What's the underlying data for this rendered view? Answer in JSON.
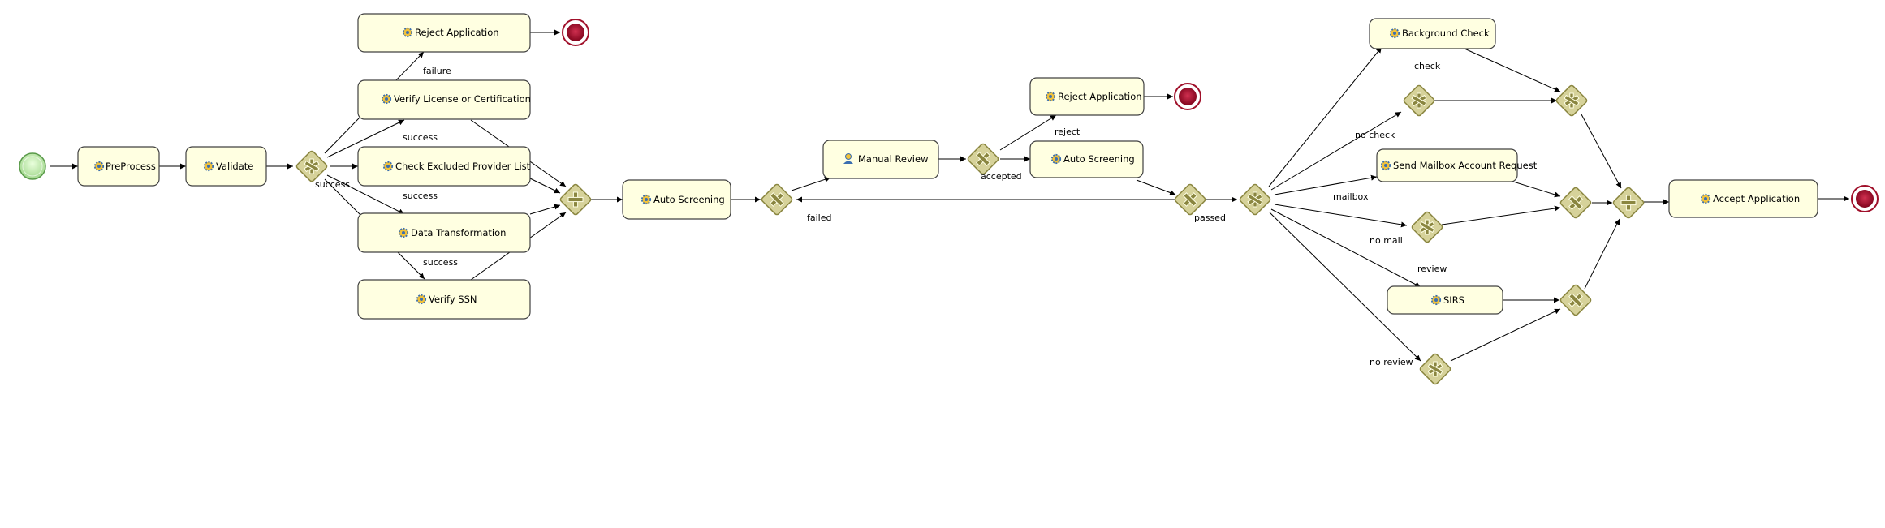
{
  "tasks": {
    "preprocess": "PreProcess",
    "validate": "Validate",
    "reject_application_1": "Reject Application",
    "verify_license": "Verify License or Certification",
    "check_excluded": "Check Excluded Provider List",
    "data_transformation": "Data Transformation",
    "verify_ssn": "Verify SSN",
    "auto_screening_1": "Auto Screening",
    "manual_review": "Manual Review",
    "reject_application_2": "Reject Application",
    "auto_screening_2": "Auto Screening",
    "background_check": "Background Check",
    "send_mailbox": "Send Mailbox Account Request",
    "sirs": "SIRS",
    "accept_application": "Accept Application"
  },
  "flow_labels": {
    "failure": "failure",
    "success_1": "success",
    "success_2": "success",
    "success_3": "success",
    "success_4": "success",
    "failed": "failed",
    "reject": "reject",
    "accepted": "accepted",
    "passed": "passed",
    "check": "check",
    "no_check": "no check",
    "mailbox": "mailbox",
    "no_mail": "no mail",
    "review": "review",
    "no_review": "no review"
  },
  "icons": {
    "service_task": "gear-icon",
    "user_task": "user-icon"
  },
  "colors": {
    "task_fill": "#ffffe1",
    "gateway_fill": "#d6d29a",
    "start_fill": "#b8e6a0",
    "end_fill": "#a0102a"
  }
}
